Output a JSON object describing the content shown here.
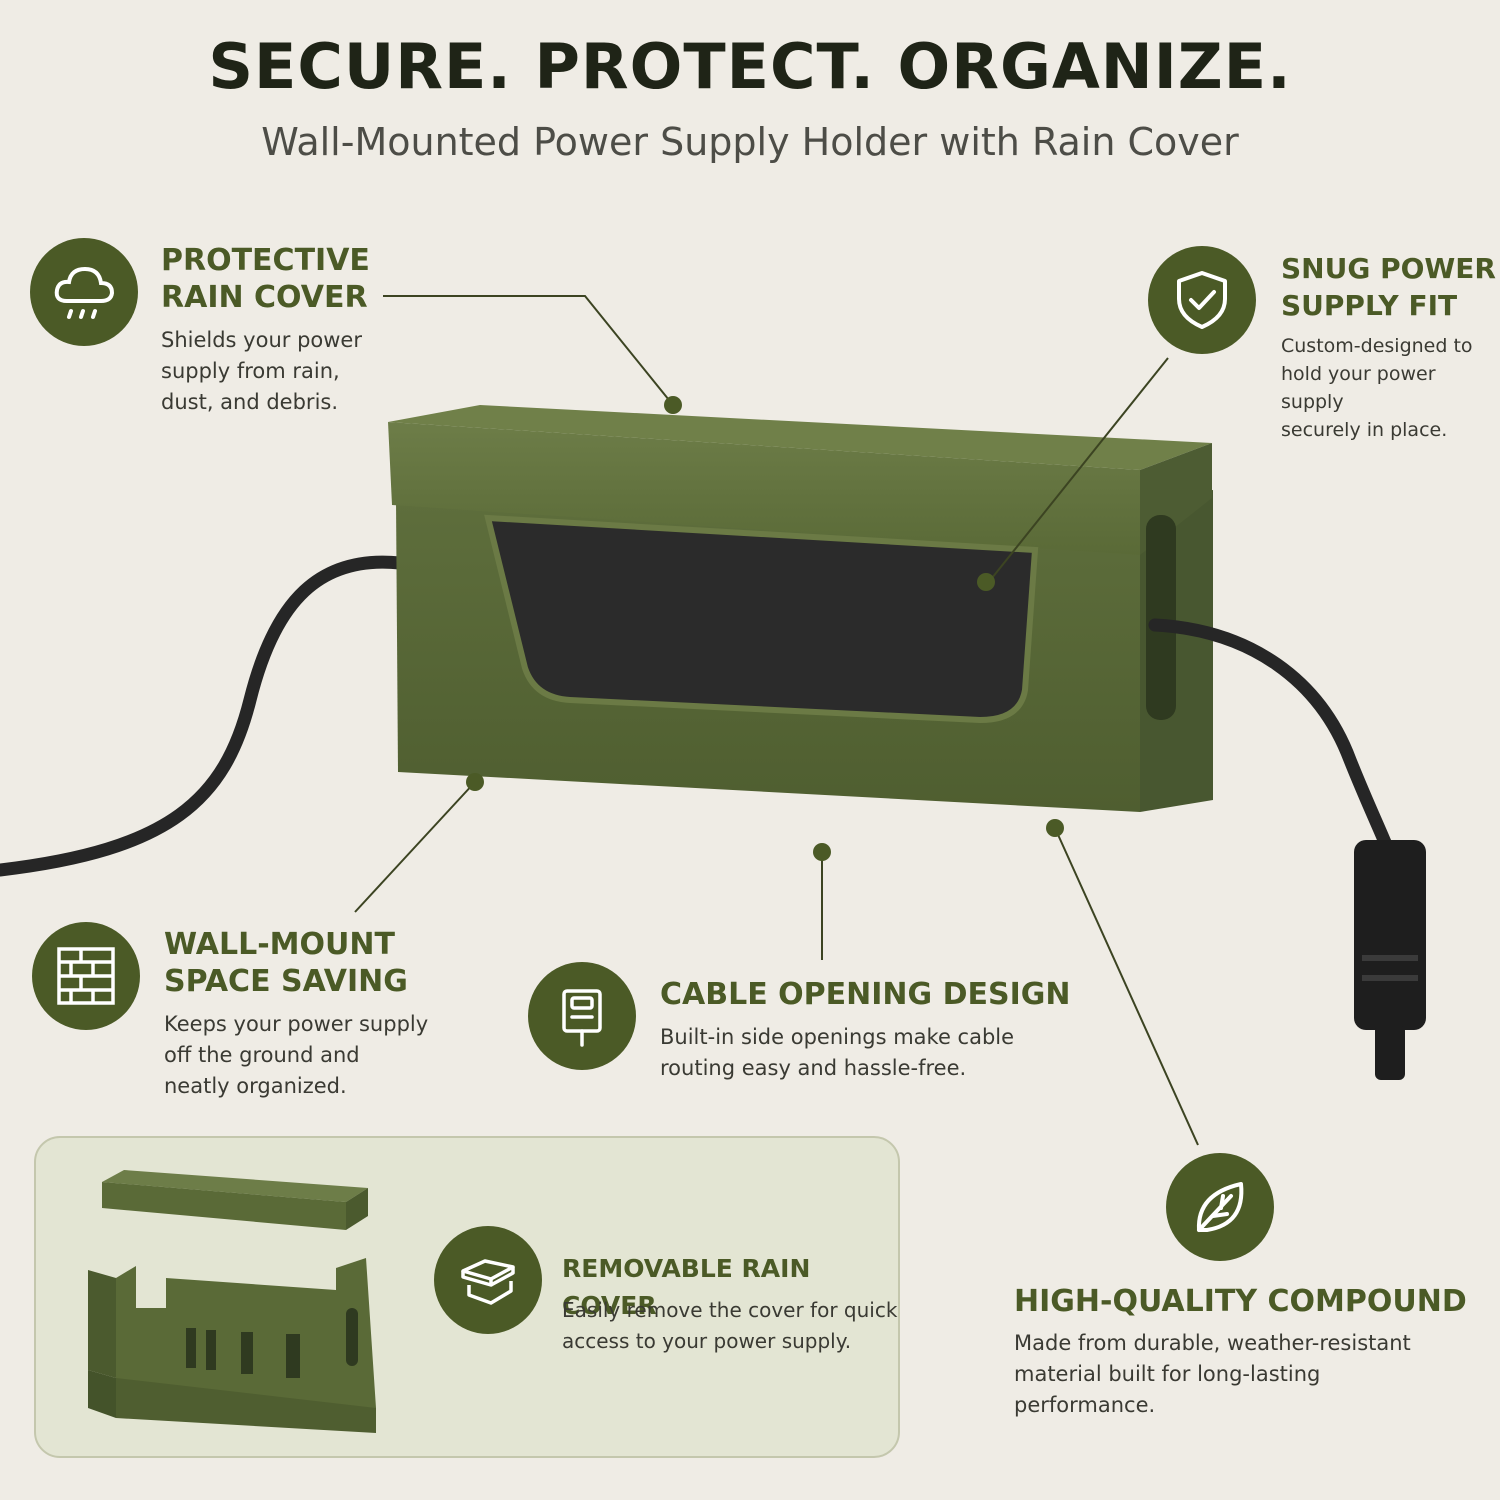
{
  "headline": "SECURE. PROTECT. ORGANIZE.",
  "subheadline": "Wall-Mounted Power Supply Holder with Rain Cover",
  "colors": {
    "accent": "#4b5a26",
    "background": "#efece5",
    "panel": "#e3e5d3"
  },
  "features": {
    "rain_cover": {
      "icon": "rain-cloud-icon",
      "title": "PROTECTIVE\nRAIN COVER",
      "description": "Shields your power\nsupply from rain,\ndust, and debris."
    },
    "snug_fit": {
      "icon": "shield-check-icon",
      "title": "SNUG POWER\nSUPPLY FIT",
      "description": "Custom-designed to\nhold your power supply\nsecurely in place."
    },
    "wall_mount": {
      "icon": "brick-wall-icon",
      "title": "WALL-MOUNT\nSPACE SAVING",
      "description": "Keeps your power supply\noff the ground and\nneatly organized."
    },
    "cable_opening": {
      "icon": "cable-box-icon",
      "title": "CABLE OPENING DESIGN",
      "description": "Built-in side openings make cable\nrouting easy and hassle-free."
    },
    "removable_cover": {
      "icon": "removable-lid-icon",
      "title": "REMOVABLE RAIN COVER",
      "description": "Easily remove the cover for quick\naccess to your power supply."
    },
    "compound": {
      "icon": "leaf-icon",
      "title": "HIGH-QUALITY COMPOUND",
      "description": "Made from durable, weather-resistant\nmaterial built for long-lasting\nperformance."
    }
  }
}
